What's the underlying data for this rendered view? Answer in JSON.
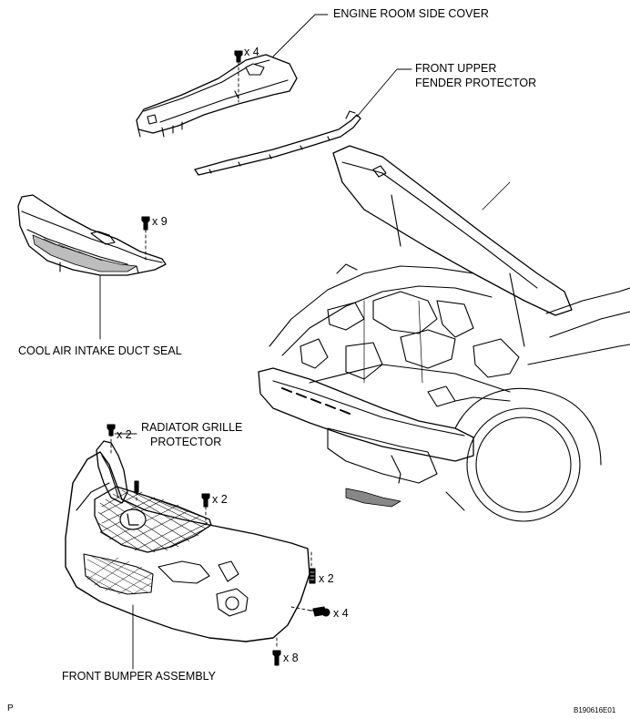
{
  "labels": {
    "engine_room_side_cover": "ENGINE ROOM SIDE COVER",
    "front_upper_fender_protector_1": "FRONT UPPER",
    "front_upper_fender_protector_2": "FENDER PROTECTOR",
    "cool_air_intake_duct_seal": "COOL AIR INTAKE DUCT SEAL",
    "radiator_grille_protector_1": "RADIATOR GRILLE",
    "radiator_grille_protector_2": "PROTECTOR",
    "front_bumper_assembly": "FRONT BUMPER ASSEMBLY"
  },
  "quantities": {
    "engine_cover_clips": "x 4",
    "duct_seal_clips": "x 9",
    "grille_protector_clips": "x 2",
    "bumper_top_clips": "x 2",
    "bumper_side_screws": "x 2",
    "bumper_bolts": "x 4",
    "bumper_bottom_screws": "x 8"
  },
  "footer": {
    "page_letter": "P",
    "figure_code": "B190616E01"
  }
}
